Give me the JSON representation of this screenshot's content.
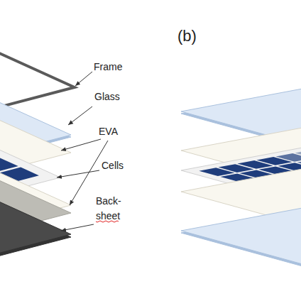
{
  "diagram": {
    "labels": [
      "(b)",
      "Frame",
      "Glass",
      "EVA",
      "Cells",
      "Back- sheet"
    ]
  }
}
